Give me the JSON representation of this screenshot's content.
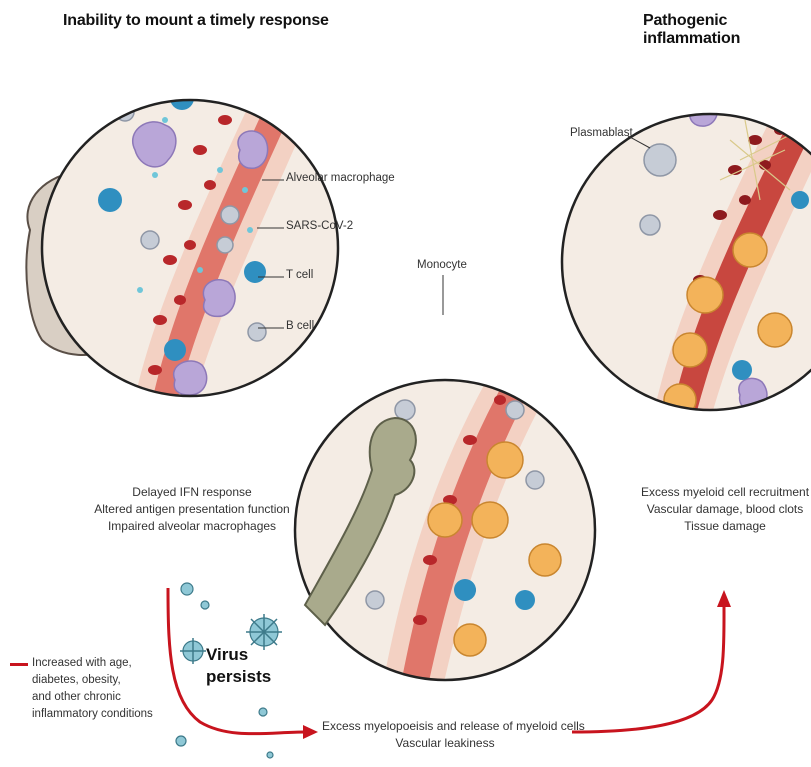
{
  "headings": {
    "left": "Inability to mount a timely response",
    "right": "Pathogenic inflammation"
  },
  "labels": {
    "alveolar_macrophage": "Alveolar macrophage",
    "sars_cov_2": "SARS-CoV-2",
    "t_cell": "T cell",
    "b_cell": "B cell",
    "monocyte": "Monocyte",
    "plasmablast": "Plasmablast"
  },
  "captions": {
    "left": [
      "Delayed IFN response",
      "Altered antigen presentation function",
      "Impaired alveolar macrophages"
    ],
    "middle": [
      "Excess myelopoeisis and release of myeloid cells",
      "Vascular leakiness"
    ],
    "right": [
      "Excess myeloid cell recruitment",
      "Vascular damage, blood clots",
      "Tissue damage"
    ]
  },
  "virus": {
    "line1": "Virus",
    "line2": "persists"
  },
  "legend": [
    "Increased with age,",
    "diabetes, obesity,",
    "and other chronic",
    "inflammatory conditions"
  ],
  "colors": {
    "arrow_red": "#c8141e",
    "vessel": "#e0766a",
    "macrophage": "#b9a6d8",
    "t_cell": "#2f8fc0",
    "b_cell": "#8f97a6",
    "monocyte": "#f3b35a",
    "lung": "#d9cfc4",
    "bone": "#a9aa8c"
  }
}
